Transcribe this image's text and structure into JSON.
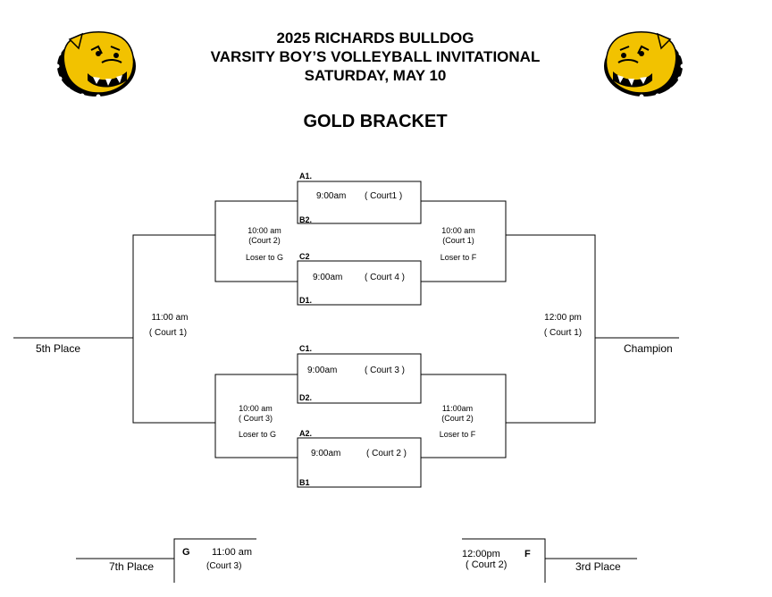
{
  "header": {
    "line1": "2025 RICHARDS BULLDOG",
    "line2": "VARSITY BOY’S VOLLEYBALL INVITATIONAL",
    "line3": "SATURDAY, MAY 10",
    "bracket": "GOLD BRACKET"
  },
  "logos": {
    "left_icon": "bulldog-mascot-icon",
    "right_icon": "bulldog-mascot-icon",
    "color": "#f2c200"
  },
  "first_round": [
    {
      "top": "A1.",
      "bottom": "B2.",
      "time": "9:00am",
      "court": "( Court1 )"
    },
    {
      "top": "C2",
      "bottom": "D1.",
      "time": "9:00am",
      "court": "( Court 4 )"
    },
    {
      "top": "C1.",
      "bottom": "D2.",
      "time": "9:00am",
      "court": "( Court  3  )"
    },
    {
      "top": "A2.",
      "bottom": "B1",
      "time": "9:00am",
      "court": "( Court 2 )"
    }
  ],
  "second_round": {
    "upper_left": {
      "time": "10:00 am",
      "court": "(Court 2)",
      "note": "Loser to G"
    },
    "upper_right": {
      "time": "10:00 am",
      "court": "(Court 1)",
      "note": "Loser  to   F"
    },
    "lower_left": {
      "time": "10:00  am",
      "court": "( Court 3)",
      "note": "Loser  to  G"
    },
    "lower_right": {
      "time": "11:00am",
      "court": "(Court  2)",
      "note": "Loser to  F"
    }
  },
  "finals": {
    "left": {
      "time": "11:00  am",
      "court": "( Court  1)",
      "place": "5th Place"
    },
    "right": {
      "time": "12:00 pm",
      "court": "( Court 1)",
      "place": "Champion"
    }
  },
  "consolation": {
    "g": {
      "letter": "G",
      "time": "11:00 am",
      "court": "(Court  3)",
      "place": "7th Place"
    },
    "f": {
      "letter": "F",
      "time": "12:00pm",
      "court": "( Court  2)",
      "place": "3rd  Place"
    }
  }
}
